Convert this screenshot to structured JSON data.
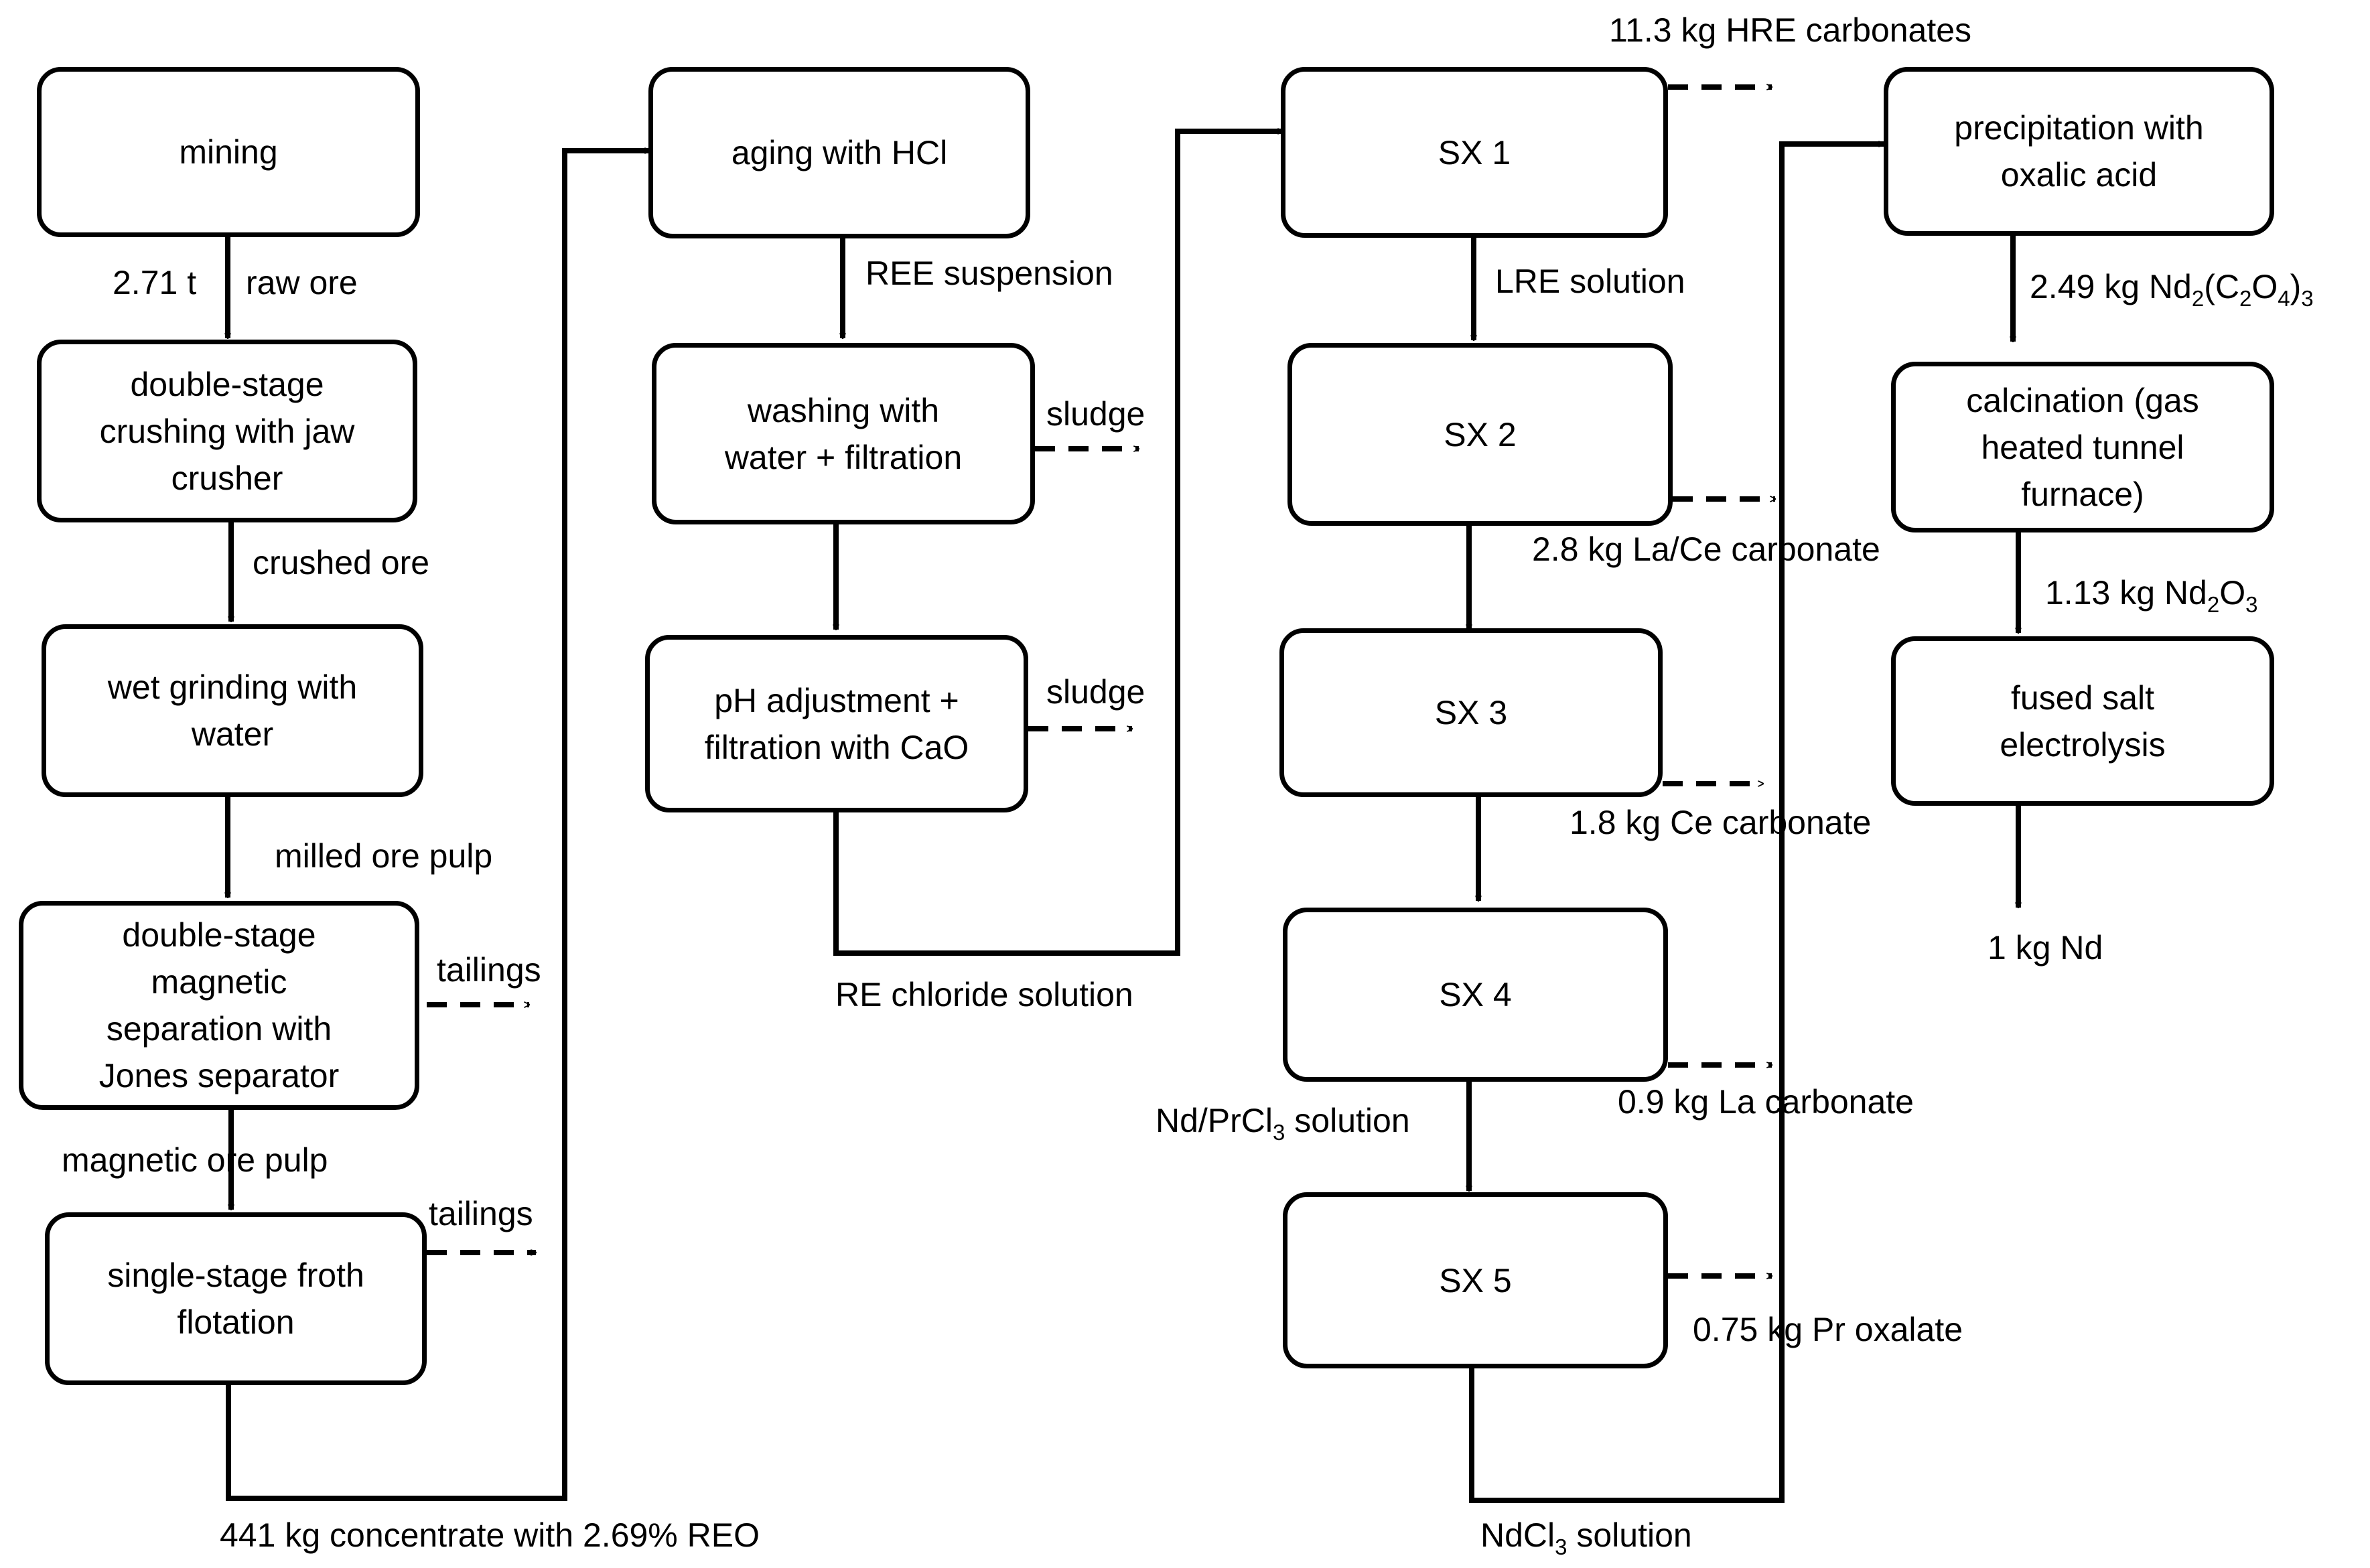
{
  "steps": {
    "mining": "mining",
    "crushing": "double-stage\ncrushing with jaw\ncrusher",
    "grinding": "wet grinding with\nwater",
    "magnetic": "double-stage\nmagnetic\nseparation with\nJones separator",
    "flotation": "single-stage froth\nflotation",
    "aging": "aging with HCl",
    "washing": "washing with\nwater + filtration",
    "ph": "pH adjustment +\nfiltration with CaO",
    "sx1": "SX 1",
    "sx2": "SX 2",
    "sx3": "SX 3",
    "sx4": "SX 4",
    "sx5": "SX 5",
    "precipitation": "precipitation with\noxalic acid",
    "calcination": "calcination (gas\nheated tunnel\nfurnace)",
    "electrolysis": "fused salt\nelectrolysis"
  },
  "labels": {
    "ore_amount": "2.71 t",
    "raw_ore": "raw ore",
    "crushed_ore": "crushed ore",
    "milled_ore_pulp": "milled ore pulp",
    "tailings1": "tailings",
    "magnetic_ore_pulp": "magnetic ore pulp",
    "tailings2": "tailings",
    "concentrate": "441 kg concentrate with 2.69% REO",
    "ree_suspension": "REE suspension",
    "sludge1": "sludge",
    "sludge2": "sludge",
    "re_chloride": "RE chloride solution",
    "hre": "11.3 kg HRE carbonates",
    "lre_solution": "LRE solution",
    "la_ce": "2.8 kg La/Ce carbonate",
    "ce_carb": "1.8 kg Ce carbonate",
    "la_carb": "0.9 kg La carbonate",
    "ndpr_pre": "Nd/PrCl",
    "ndpr_sub": "3",
    "ndpr_post": " solution",
    "pr_oxalate": "0.75 kg Pr oxalate",
    "ndcl_pre": "NdCl",
    "ndcl_sub": "3",
    "ndcl_post": " solution",
    "oxalate_pre": "2.49 kg Nd",
    "oxalate_s1": "2",
    "oxalate_mid1": "(C",
    "oxalate_s2": "2",
    "oxalate_mid2": "O",
    "oxalate_s3": "4",
    "oxalate_mid3": ")",
    "oxalate_s4": "3",
    "oxide_pre": "1.13 kg Nd",
    "oxide_s1": "2",
    "oxide_mid": "O",
    "oxide_s2": "3",
    "nd_final": "1 kg Nd"
  }
}
